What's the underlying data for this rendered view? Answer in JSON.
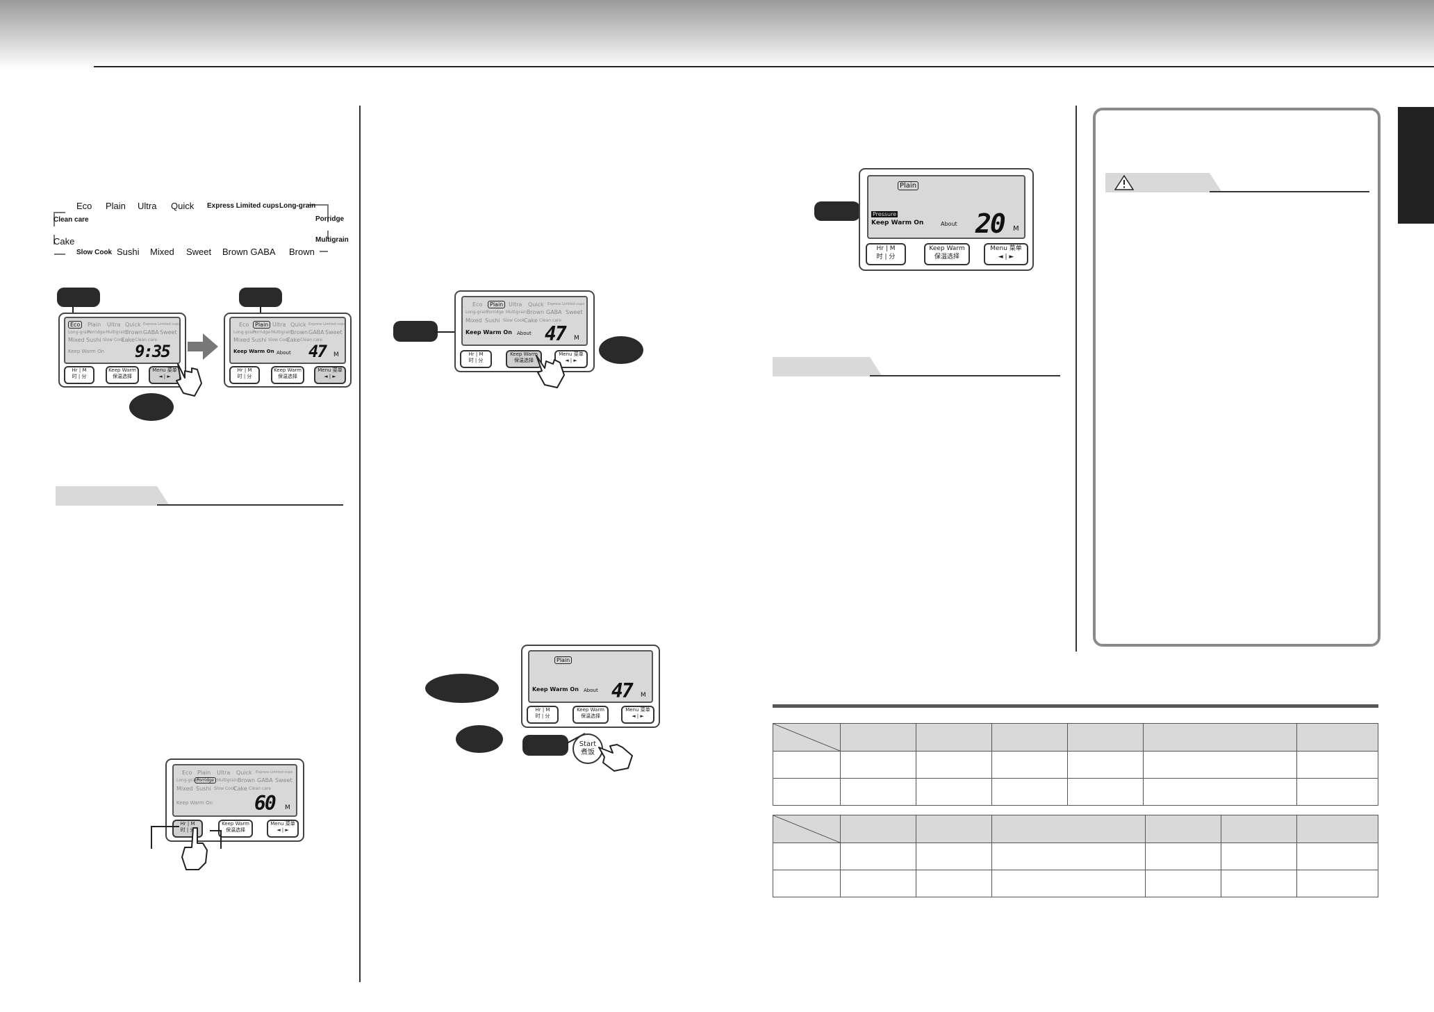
{
  "cycle": {
    "eco": "Eco",
    "plain": "Plain",
    "ultra": "Ultra",
    "quick": "Quick",
    "express": "Express Limited cups",
    "long_grain": "Long-grain",
    "porridge": "Porridge",
    "multigrain": "Multigrain",
    "brown": "Brown",
    "gaba": "Brown GABA",
    "sweet": "Sweet",
    "mixed": "Mixed",
    "sushi": "Sushi",
    "slow_cook": "Slow Cook",
    "cake": "Cake",
    "clean_care": "Clean care"
  },
  "lcd": {
    "eco": "Eco",
    "plain": "Plain",
    "ultra": "Ultra",
    "quick": "Quick",
    "express": "Express Limited cups",
    "long_grain": "Long-grain",
    "porridge": "Porridge",
    "multigrain": "Multigrain",
    "brown": "Brown",
    "gaba": "GABA",
    "sweet": "Sweet",
    "mixed": "Mixed",
    "sushi": "Sushi",
    "slow_cook": "Slow Cook",
    "cake": "Cake",
    "clean_care": "Clean care",
    "keep_warm_on": "Keep Warm On",
    "about": "About",
    "pressure": "Pressure",
    "unit_m": "M",
    "time_clock": "9:35",
    "time_47": "47",
    "time_60": "60",
    "time_20": "20"
  },
  "buttons": {
    "hr": "Hr",
    "hr_cn": "时",
    "m": "M",
    "m_cn": "分",
    "keep_warm": "Keep Warm",
    "keep_warm_cn": "保温选择",
    "menu": "Menu",
    "menu_cn": "菜单",
    "arrows": "◄ | ►",
    "start": "Start",
    "start_cn": "煮饭"
  },
  "icons": {
    "warning": "warning-triangle-icon",
    "hand": "pointing-hand-icon",
    "arrow": "right-arrow-icon"
  }
}
